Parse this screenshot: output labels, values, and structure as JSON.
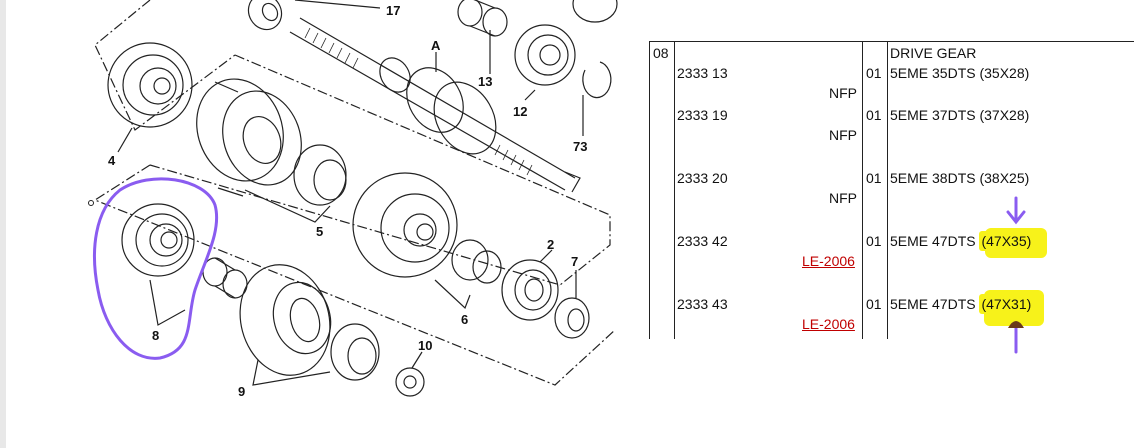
{
  "diagram": {
    "labels": {
      "l17": "17",
      "lA": "A",
      "l13": "13",
      "l12": "12",
      "l73": "73",
      "l4": "4",
      "l5": "5",
      "l2": "2",
      "l7": "7",
      "l6": "6",
      "l8": "8",
      "l9": "9",
      "l10": "10"
    },
    "annotation_color": "#8a5cf0"
  },
  "parts_table": {
    "group_code": "08",
    "group_title": "DRIVE GEAR",
    "rows": [
      {
        "ref": "2333 13",
        "qty": "01",
        "desc": "5EME 35DTS",
        "size": "(35X28)",
        "note": "NFP",
        "highlight": false
      },
      {
        "ref": "2333 19",
        "qty": "01",
        "desc": "5EME 37DTS",
        "size": "(37X28)",
        "note": "NFP",
        "highlight": false
      },
      {
        "ref": "2333 20",
        "qty": "01",
        "desc": "5EME 38DTS",
        "size": "(38X25)",
        "note": "NFP",
        "highlight": false
      },
      {
        "ref": "2333 42",
        "qty": "01",
        "desc": "5EME 47DTS",
        "size": "(47X35)",
        "note": "LE-2006",
        "highlight": true
      },
      {
        "ref": "2333 43",
        "qty": "01",
        "desc": "5EME 47DTS",
        "size": "(47X31)",
        "note": "LE-2006",
        "highlight": true
      }
    ],
    "highlight_color": "#f7f21a",
    "link_color": "#c00000"
  }
}
